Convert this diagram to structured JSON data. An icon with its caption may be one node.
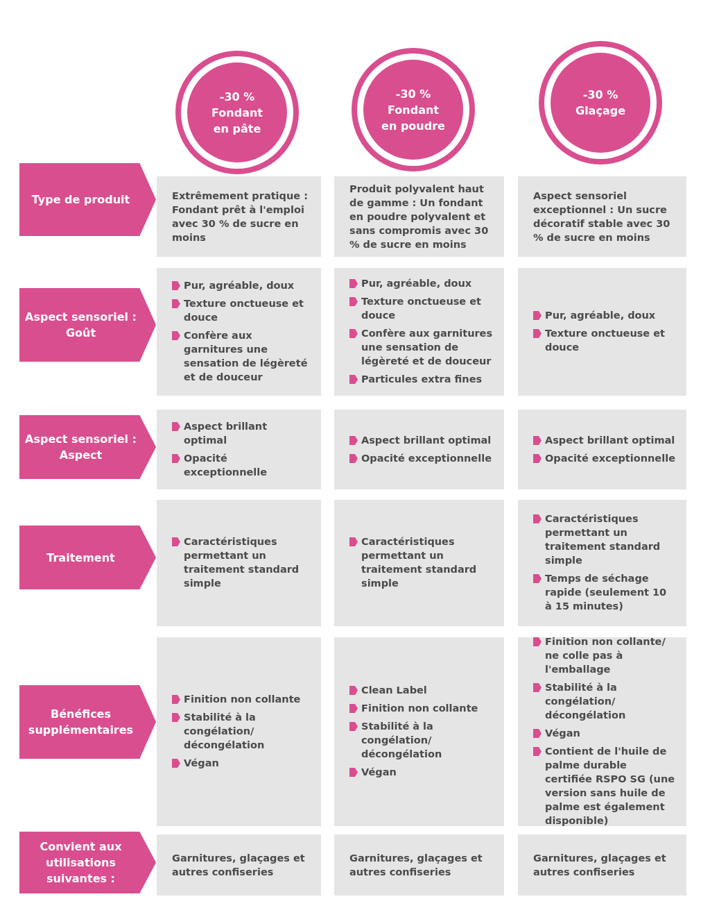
{
  "diagram": {
    "nodes": [
      {
        "text": [
          "-30 % Fondant en pâte"
        ]
      },
      {
        "text": [
          "-30 % Fondant en poudre"
        ]
      },
      {
        "text": [
          "-30 % Glaçage"
        ]
      },
      {
        "text": [
          "Type de produit"
        ]
      },
      {
        "text": [
          "Extrêmement pratique : Fondant prêt à l'emploi avec 30 % de sucre en moins"
        ]
      },
      {
        "text": [
          "Produit polyvalent haut de gamme : Un fondant en poudre polyvalent et sans compromis avec 30 % de sucre en moins"
        ]
      },
      {
        "text": [
          "Aspect sensoriel exceptionnel : Un sucre décoratif stable avec 30 % de sucre en moins"
        ]
      },
      {
        "text": [
          "Aspect sensoriel : Goût"
        ]
      },
      {
        "text": [
          "Pur, agréable, doux",
          "Texture onctueuse et douce",
          "Confère aux garnitures une sensation de légèreté et de douceur"
        ]
      },
      {
        "text": [
          "Pur, agréable, doux",
          "Texture onctueuse et douce",
          "Confère aux garnitures une sensation de légèreté et de douceur",
          "Particules extra fines"
        ]
      },
      {
        "text": [
          "Pur, agréable, doux",
          "Texture onctueuse et douce"
        ]
      },
      {
        "text": [
          "Aspect sensoriel : Aspect"
        ]
      },
      {
        "text": [
          "Aspect brillant optimal",
          "Opacité exceptionnelle"
        ]
      },
      {
        "text": [
          "Aspect brillant optimal",
          "Opacité exceptionnelle"
        ]
      },
      {
        "text": [
          "Aspect brillant optimal",
          "Opacité exceptionnelle"
        ]
      },
      {
        "text": [
          "Traitement"
        ]
      },
      {
        "text": [
          "Caractéristiques permettant un traitement standard simple"
        ]
      },
      {
        "text": [
          "Caractéristiques permettant un traitement standard simple"
        ]
      },
      {
        "text": [
          "Caractéristiques permettant un traitement standard simple",
          "Temps de séchage rapide (seulement 10 à 15 minutes)"
        ]
      },
      {
        "text": [
          "Bénéfices supplémentaires"
        ]
      },
      {
        "text": [
          "Finition non collante",
          "Stabilité à la congélation/ décongélation",
          "Végan"
        ]
      },
      {
        "text": [
          "Clean Label",
          "Finition non collante",
          "Stabilité à la congélation/ décongélation",
          "Végan"
        ]
      },
      {
        "text": [
          "Finition non collante/ ne colle pas à l'emballage",
          "Stabilité à la congélation/ décongélation",
          "Végan",
          "Contient de l'huile de palme durable certifiée RSPO SG (une version sans huile de palme est également disponible)"
        ]
      },
      {
        "text": [
          "Convient aux utilisations suivantes :"
        ]
      },
      {
        "text": [
          "Garnitures, glaçages et autres confiseries"
        ]
      },
      {
        "text": [
          "Garnitures, glaçages et autres confiseries"
        ]
      },
      {
        "text": [
          "Garnitures, glaçages et autres confiseries"
        ]
      }
    ]
  }
}
